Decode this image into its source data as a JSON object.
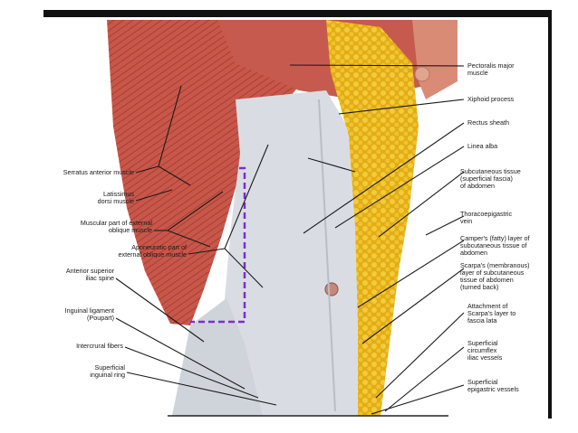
{
  "figure": {
    "left_labels": [
      {
        "id": "serratus-anterior",
        "text": "Serratus anterior muscle"
      },
      {
        "id": "latissimus-dorsi",
        "text": "Latissimus\ndorsi muscle"
      },
      {
        "id": "external-oblique-muscular",
        "text": "Muscular part of external\noblique muscle"
      },
      {
        "id": "external-oblique-aponeurotic",
        "text": "Aponeurotic part of\nexternal oblique muscle"
      },
      {
        "id": "anterior-superior-iliac-spine",
        "text": "Anterior superior\niliac spine"
      },
      {
        "id": "inguinal-ligament",
        "text": "Inguinal ligament\n(Poupart)"
      },
      {
        "id": "intercrural-fibers",
        "text": "Intercrural fibers"
      },
      {
        "id": "superficial-inguinal-ring",
        "text": "Superficial\ninguinal ring"
      }
    ],
    "right_labels": [
      {
        "id": "pectoralis-major",
        "text": "Pectoralis major\nmuscle"
      },
      {
        "id": "xiphoid-process",
        "text": "Xiphoid process"
      },
      {
        "id": "rectus-sheath",
        "text": "Rectus sheath"
      },
      {
        "id": "linea-alba",
        "text": "Linea alba"
      },
      {
        "id": "subcutaneous-tissue",
        "text": "Subcutaneous tissue\n(superficial fascia)\nof abdomen"
      },
      {
        "id": "thoracoepigastric-vein",
        "text": "Thoracoepigastric\nvein"
      },
      {
        "id": "campers-layer",
        "text": "Camper's (fatty) layer of\nsubcutaneous tissue of\nabdomen"
      },
      {
        "id": "scarpas-layer",
        "text": "Scarpa's (membranous)\nlayer of subcutaneous\ntissue of abdomen\n(turned back)"
      },
      {
        "id": "scarpa-attachment",
        "text": "Attachment of\nScarpa's layer to\nfascia lata"
      },
      {
        "id": "circumflex-iliac-vessels",
        "text": "Superficial\ncircumflex\niliac vessels"
      },
      {
        "id": "epigastric-vessels",
        "text": "Superficial\nepigastric vessels"
      }
    ],
    "colors": {
      "muscle": "#c8574a",
      "aponeurosis": "#d9dde3",
      "fat": "#e8b820",
      "dashed_outline": "#7a2fd0",
      "leader_line": "#1a1a1a"
    }
  }
}
